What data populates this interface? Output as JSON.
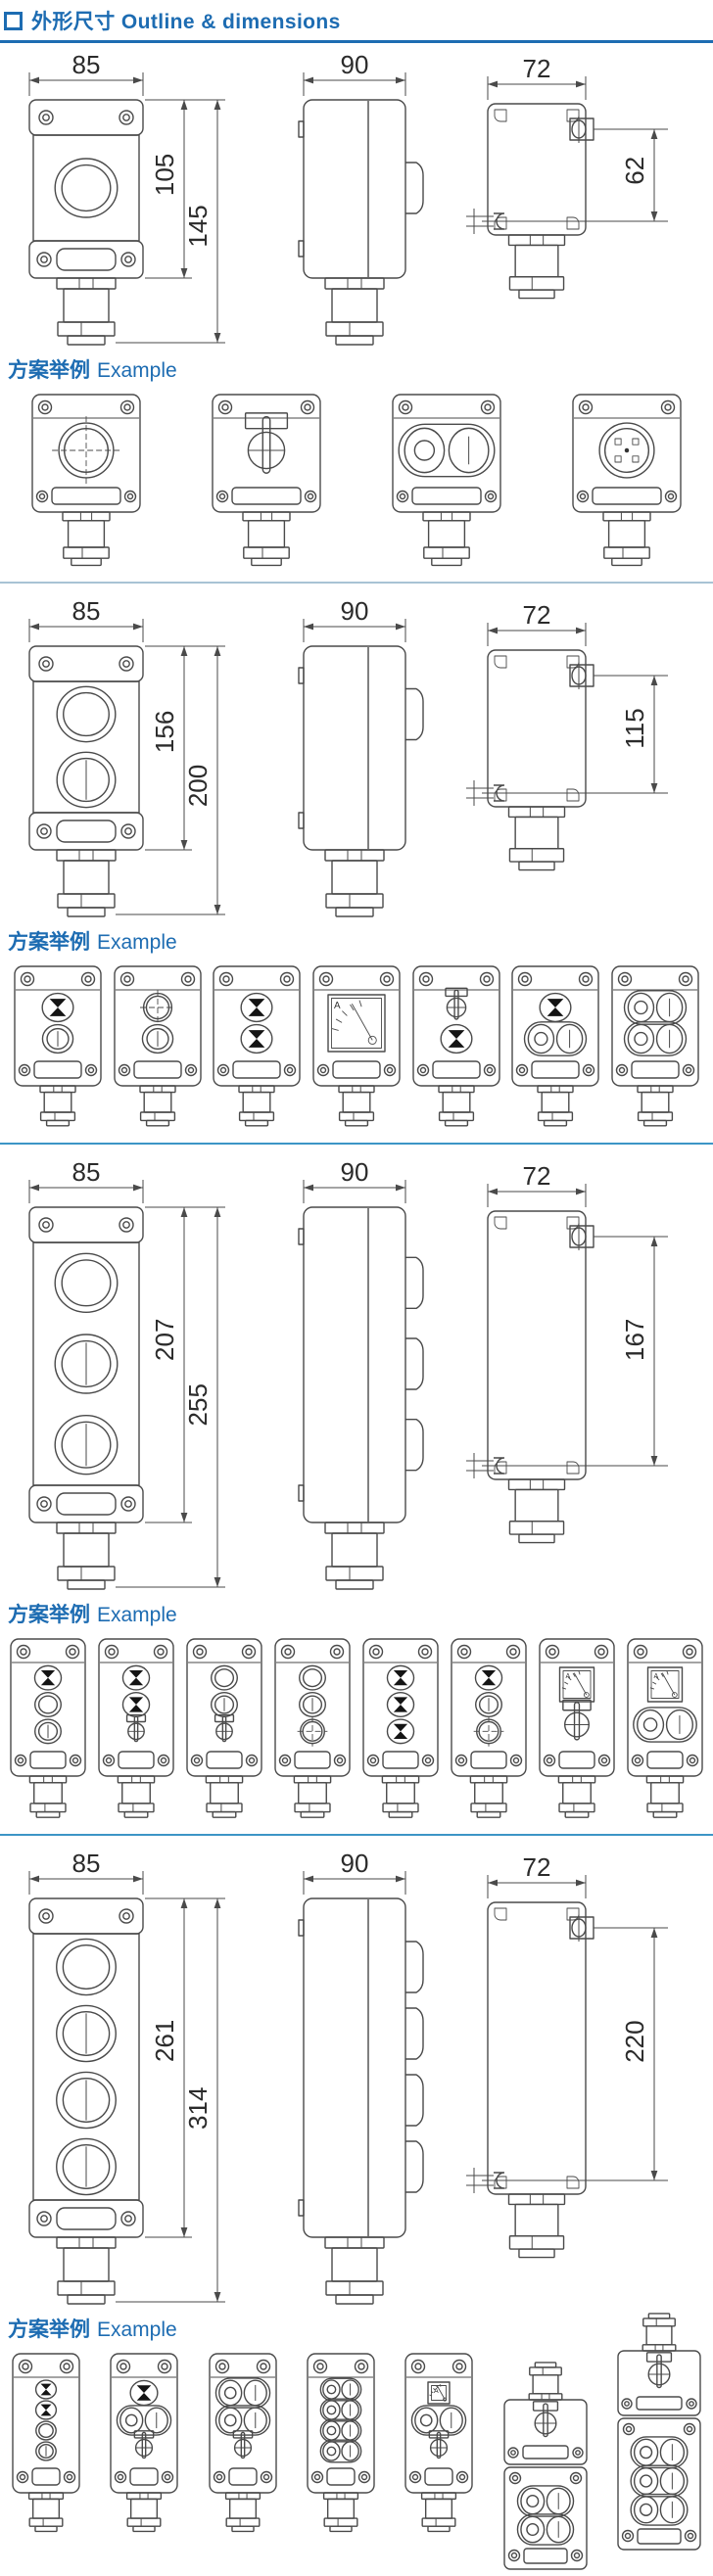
{
  "page": {
    "title_zh": "外形尺寸",
    "title_en": "Outline & dimensions",
    "example_label_zh": "方案举例",
    "example_label_en": "Example",
    "ammeter_label": "A"
  },
  "colors": {
    "accent_blue": "#1d6cb2",
    "divider_first": "#a8c3d4",
    "divider_rest": "#3c95c6",
    "line": "#4a4a4a"
  },
  "sections": [
    {
      "dims": {
        "front_width": "85",
        "side_width": "90",
        "back_width": "72",
        "body_height": "105",
        "total_height": "145",
        "back_mount_height": "62"
      },
      "front_buttons": [
        "plain"
      ],
      "side_bumps": 1,
      "examples": [
        {
          "elements": [
            "selector-switch"
          ]
        },
        {
          "elements": [
            "rotary-switch"
          ]
        },
        {
          "elements": [
            "dual-push-button"
          ]
        },
        {
          "elements": [
            "connector"
          ]
        }
      ]
    },
    {
      "dims": {
        "front_width": "85",
        "side_width": "90",
        "back_width": "72",
        "body_height": "156",
        "total_height": "200",
        "back_mount_height": "115"
      },
      "front_buttons": [
        "plain",
        "line"
      ],
      "side_bumps": 1,
      "examples": [
        {
          "elements": [
            "indicator-lamp",
            "push-button"
          ]
        },
        {
          "elements": [
            "selector-switch",
            "push-button"
          ]
        },
        {
          "elements": [
            "indicator-lamp",
            "indicator-lamp"
          ]
        },
        {
          "elements": [
            "ammeter"
          ]
        },
        {
          "elements": [
            "rotary-switch",
            "indicator-lamp"
          ]
        },
        {
          "elements": [
            "indicator-lamp",
            "dual-push-button"
          ]
        },
        {
          "elements": [
            "dual-push-button",
            "dual-push-button"
          ]
        }
      ]
    },
    {
      "dims": {
        "front_width": "85",
        "side_width": "90",
        "back_width": "72",
        "body_height": "207",
        "total_height": "255",
        "back_mount_height": "167"
      },
      "front_buttons": [
        "plain",
        "line",
        "line"
      ],
      "side_bumps": 3,
      "examples": [
        {
          "elements": [
            "indicator-lamp",
            "plain-button",
            "push-button"
          ]
        },
        {
          "elements": [
            "indicator-lamp",
            "indicator-lamp",
            "rotary-switch"
          ]
        },
        {
          "elements": [
            "plain-button",
            "push-button",
            "rotary-switch"
          ]
        },
        {
          "elements": [
            "plain-button",
            "push-button",
            "selector-switch"
          ]
        },
        {
          "elements": [
            "indicator-lamp",
            "indicator-lamp",
            "indicator-lamp"
          ]
        },
        {
          "elements": [
            "indicator-lamp",
            "push-button",
            "selector-switch"
          ]
        },
        {
          "elements": [
            "ammeter",
            "rotary-switch"
          ]
        },
        {
          "elements": [
            "ammeter",
            "dual-push-button"
          ]
        }
      ]
    },
    {
      "dims": {
        "front_width": "85",
        "side_width": "90",
        "back_width": "72",
        "body_height": "261",
        "total_height": "314",
        "back_mount_height": "220"
      },
      "front_buttons": [
        "plain",
        "line",
        "line",
        "line"
      ],
      "side_bumps": 4,
      "examples": [
        {
          "elements": [
            "indicator-lamp",
            "indicator-lamp",
            "plain-button",
            "push-button"
          ]
        },
        {
          "elements": [
            "indicator-lamp",
            "dual-push-button",
            "rotary-switch"
          ]
        },
        {
          "elements": [
            "dual-push-button",
            "dual-push-button",
            "rotary-switch"
          ]
        },
        {
          "elements": [
            "dual-push-button",
            "dual-push-button",
            "dual-push-button",
            "dual-push-button"
          ]
        },
        {
          "elements": [
            "ammeter",
            "dual-push-button",
            "rotary-switch"
          ]
        },
        {
          "type": "stacked",
          "elements": [
            "rotary-switch",
            "dual-push-button",
            "dual-push-button"
          ]
        },
        {
          "type": "stacked",
          "elements": [
            "rotary-switch",
            "dual-push-button",
            "dual-push-button",
            "dual-push-button"
          ]
        }
      ]
    }
  ]
}
